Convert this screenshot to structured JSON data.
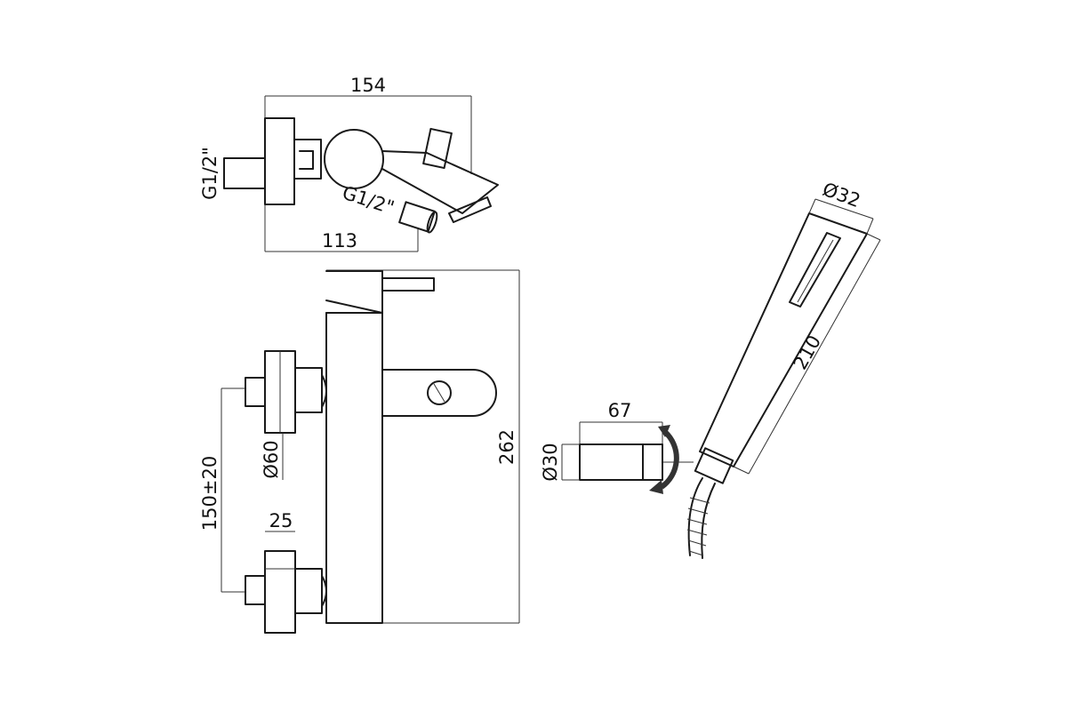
{
  "dimensions": {
    "overall_depth": "154",
    "wall_to_spout_outlet": "113",
    "inlet_thread": "G1/2\"",
    "shower_outlet_thread": "G1/2\"",
    "height": "262",
    "inlet_spacing": "150±20",
    "escutcheon_diameter": "Ø60",
    "eccentric_length": "25",
    "holder_length": "67",
    "holder_diameter": "Ø30",
    "handshower_head_diameter": "Ø32",
    "handshower_length": "210"
  },
  "colors": {
    "line": "#1a1a1a",
    "background": "#ffffff"
  }
}
